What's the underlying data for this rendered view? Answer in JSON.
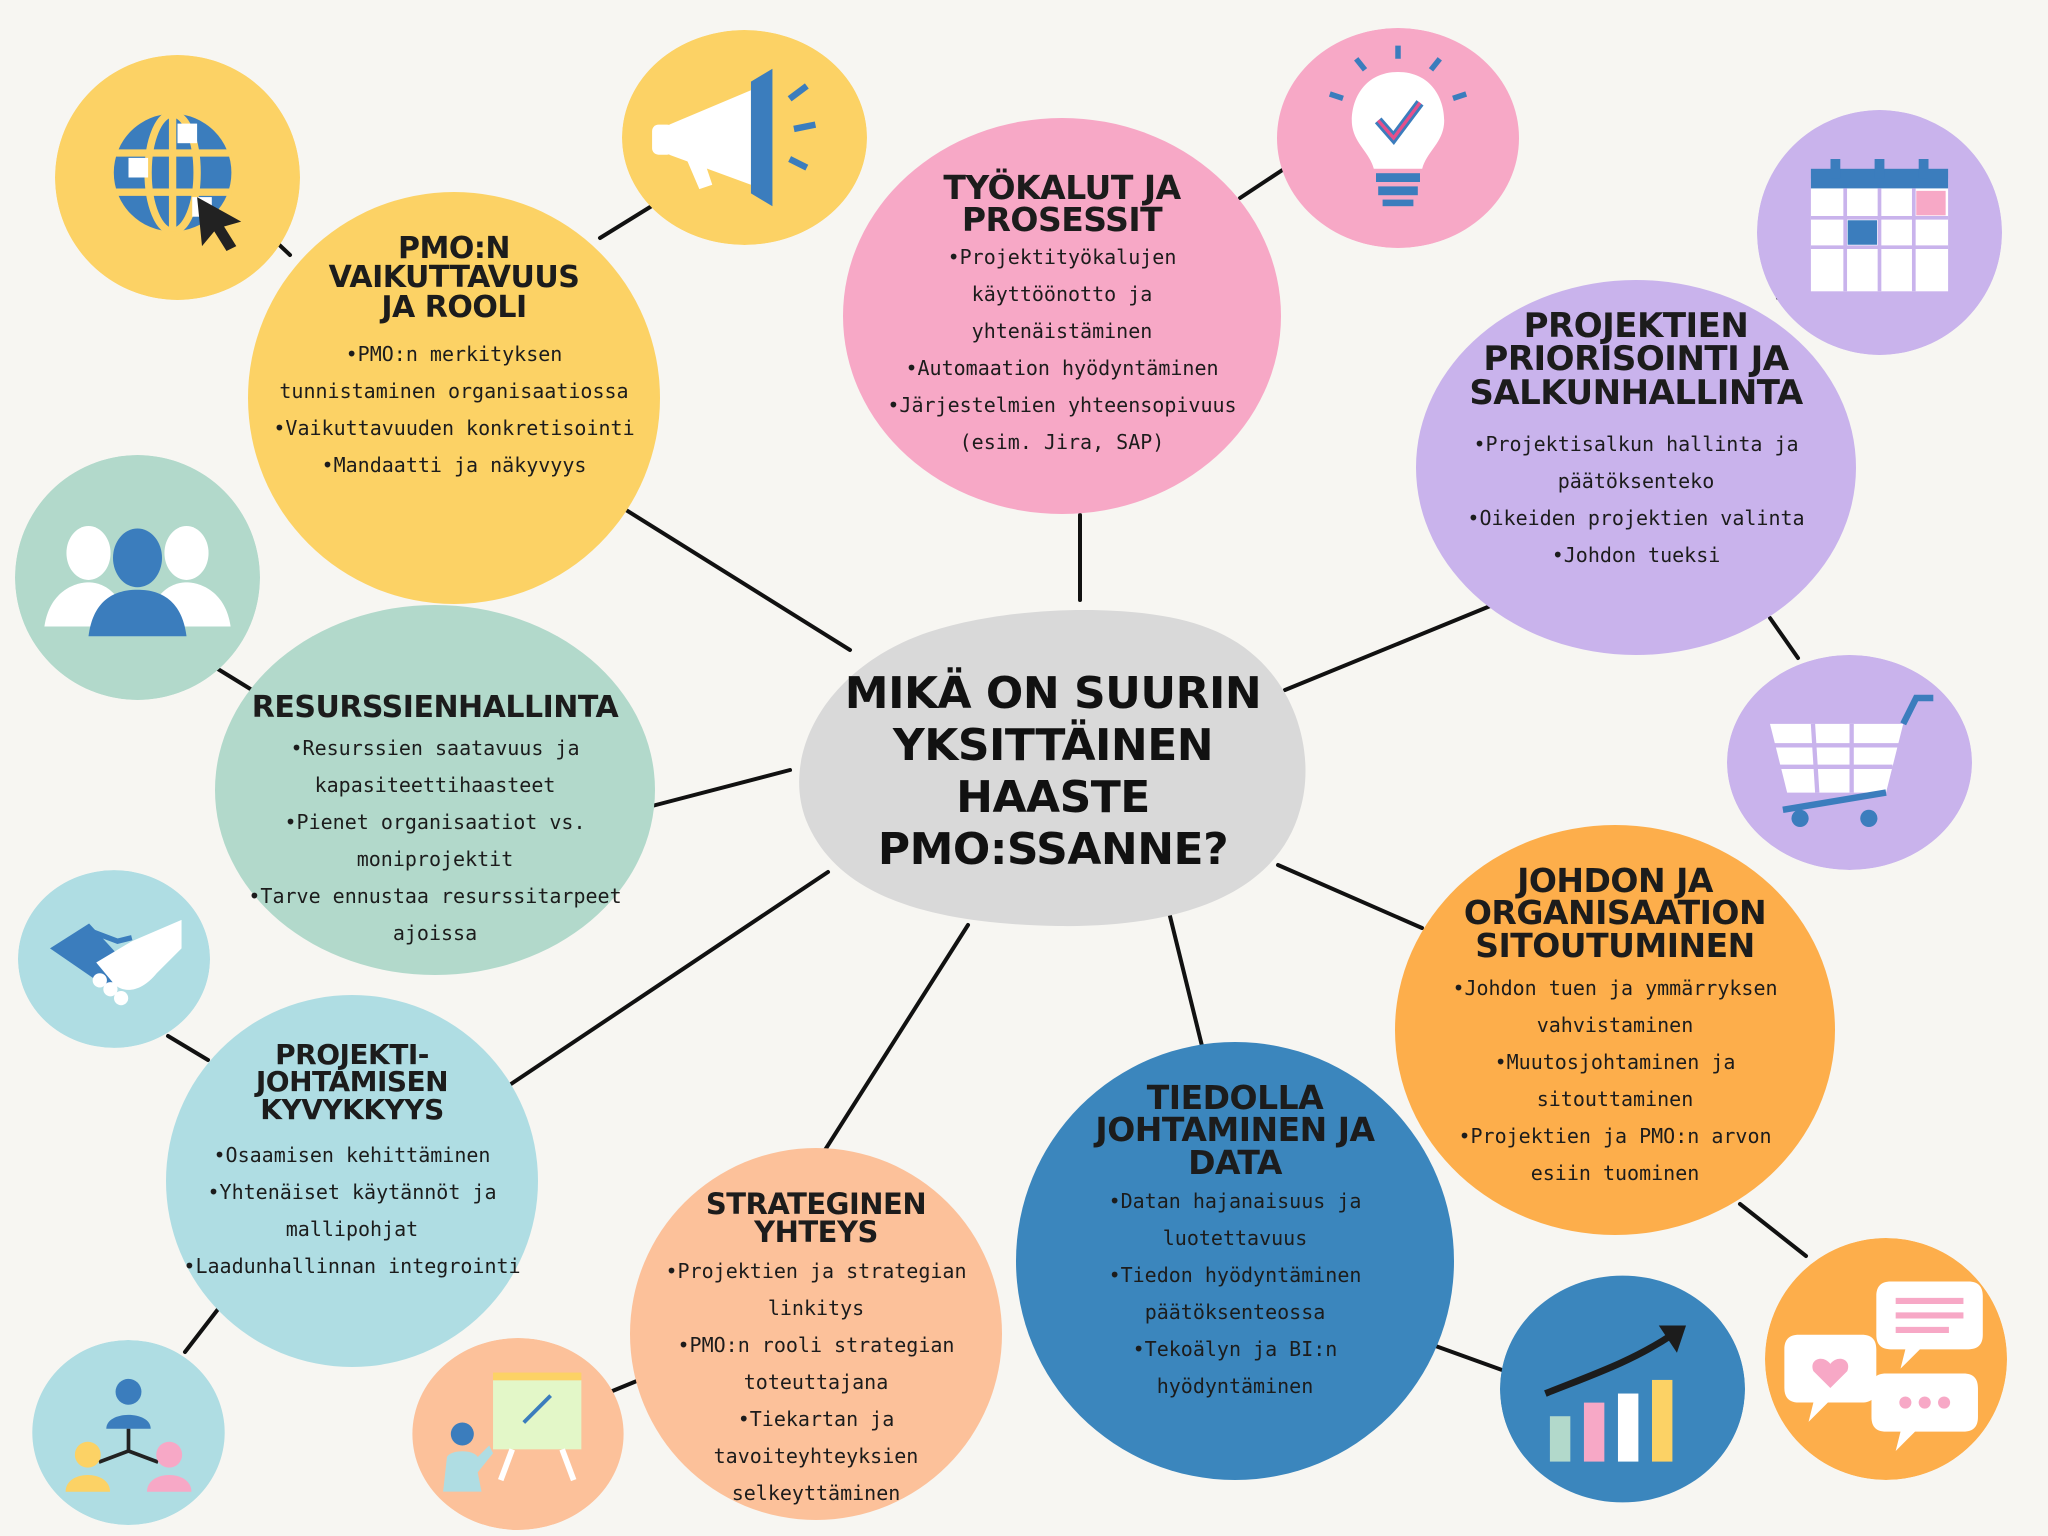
{
  "center": {
    "lines": [
      "MIKÄ ON SUURIN",
      "YKSITTÄINEN",
      "HAASTE",
      "PMO:SSANNE?"
    ]
  },
  "topics": [
    {
      "id": "pmo-vaikuttavuus",
      "color": "#fcd265",
      "title": [
        "PMO:N",
        "VAIKUTTAVUUS",
        "JA ROOLI"
      ],
      "items": [
        "•PMO:n merkityksen",
        "tunnistaminen organisaatiossa",
        "•Vaikuttavuuden konkretisointi",
        "•Mandaatti ja näkyvyys"
      ]
    },
    {
      "id": "tyokalut",
      "color": "#f7a8c6",
      "title": [
        "TYÖKALUT JA",
        "PROSESSIT"
      ],
      "items": [
        "•Projektityökalujen",
        "käyttöönotto ja",
        "yhtenäistäminen",
        "•Automaation hyödyntäminen",
        "•Järjestelmien yhteensopivuus",
        "(esim. Jira, SAP)"
      ]
    },
    {
      "id": "priorisointi",
      "color": "#c9b3ec",
      "title": [
        "PROJEKTIEN",
        "PRIORISOINTI JA",
        "SALKUNHALLINTA"
      ],
      "items": [
        "•Projektisalkun hallinta ja",
        "päätöksenteko",
        "•Oikeiden projektien valinta",
        "•Johdon tueksi"
      ]
    },
    {
      "id": "resurssit",
      "color": "#b2d9cb",
      "title": [
        "RESURSSIENHALLINTA"
      ],
      "items": [
        "•Resurssien saatavuus ja",
        "kapasiteettihaasteet",
        "•Pienet organisaatiot vs.",
        "moniprojektit",
        "•Tarve ennustaa resurssitarpeet",
        "ajoissa"
      ]
    },
    {
      "id": "johto",
      "color": "#fdae4b",
      "title": [
        "JOHDON JA",
        "ORGANISAATION",
        "SITOUTUMINEN"
      ],
      "items": [
        "•Johdon tuen ja ymmärryksen",
        "vahvistaminen",
        "•Muutosjohtaminen ja",
        "sitouttaminen",
        "•Projektien ja PMO:n arvon",
        "esiin tuominen"
      ]
    },
    {
      "id": "projektijohtaminen",
      "color": "#afdde3",
      "title": [
        "PROJEKTI-",
        "JOHTAMISEN",
        "KYVYKKYYS"
      ],
      "items": [
        "•Osaamisen kehittäminen",
        "•Yhtenäiset käytännöt ja",
        "mallipohjat",
        "•Laadunhallinnan integrointi"
      ]
    },
    {
      "id": "strateginen",
      "color": "#fcc19a",
      "title": [
        "STRATEGINEN",
        "YHTEYS"
      ],
      "items": [
        "•Projektien ja strategian",
        "linkitys",
        "•PMO:n rooli strategian",
        "toteuttajana",
        "•Tiekartan ja tavoiteyhteyksien",
        "selkeyttäminen"
      ]
    },
    {
      "id": "tiedolla",
      "color": "#3b86bd",
      "title": [
        "TIEDOLLA",
        "JOHTAMINEN JA",
        "DATA"
      ],
      "items": [
        "•Datan hajanaisuus ja",
        "luotettavuus",
        "•Tiedon hyödyntäminen",
        "päätöksenteossa",
        "•Tekoälyn ja BI:n",
        "hyödyntäminen"
      ]
    }
  ],
  "icons": [
    {
      "name": "globe-cursor-icon",
      "color": "#fcd265"
    },
    {
      "name": "megaphone-icon",
      "color": "#fcd265"
    },
    {
      "name": "lightbulb-check-icon",
      "color": "#f7a8c6"
    },
    {
      "name": "calendar-icon",
      "color": "#c9b3ec"
    },
    {
      "name": "shopping-cart-icon",
      "color": "#c9b3ec"
    },
    {
      "name": "team-icon",
      "color": "#b2d9cb"
    },
    {
      "name": "handshake-icon",
      "color": "#afdde3"
    },
    {
      "name": "org-chart-icon",
      "color": "#afdde3"
    },
    {
      "name": "presentation-icon",
      "color": "#fcc19a"
    },
    {
      "name": "growth-chart-icon",
      "color": "#3b86bd"
    },
    {
      "name": "chat-bubbles-icon",
      "color": "#fdae4b"
    }
  ],
  "colors": {
    "background": "#f7f6f2",
    "center": "#d9d9d9",
    "line": "#111111",
    "icon_blue": "#3b7dbd"
  }
}
